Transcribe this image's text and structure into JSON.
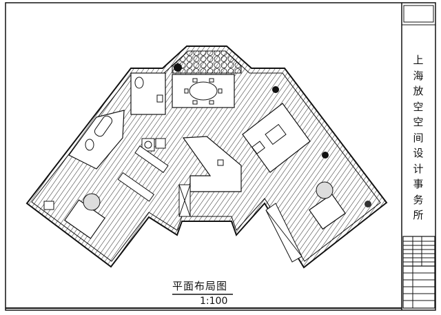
{
  "title_block": {
    "company_name": "上海放空空间设计事务所"
  },
  "drawing": {
    "title": "平面布局图",
    "scale": "1:100"
  }
}
